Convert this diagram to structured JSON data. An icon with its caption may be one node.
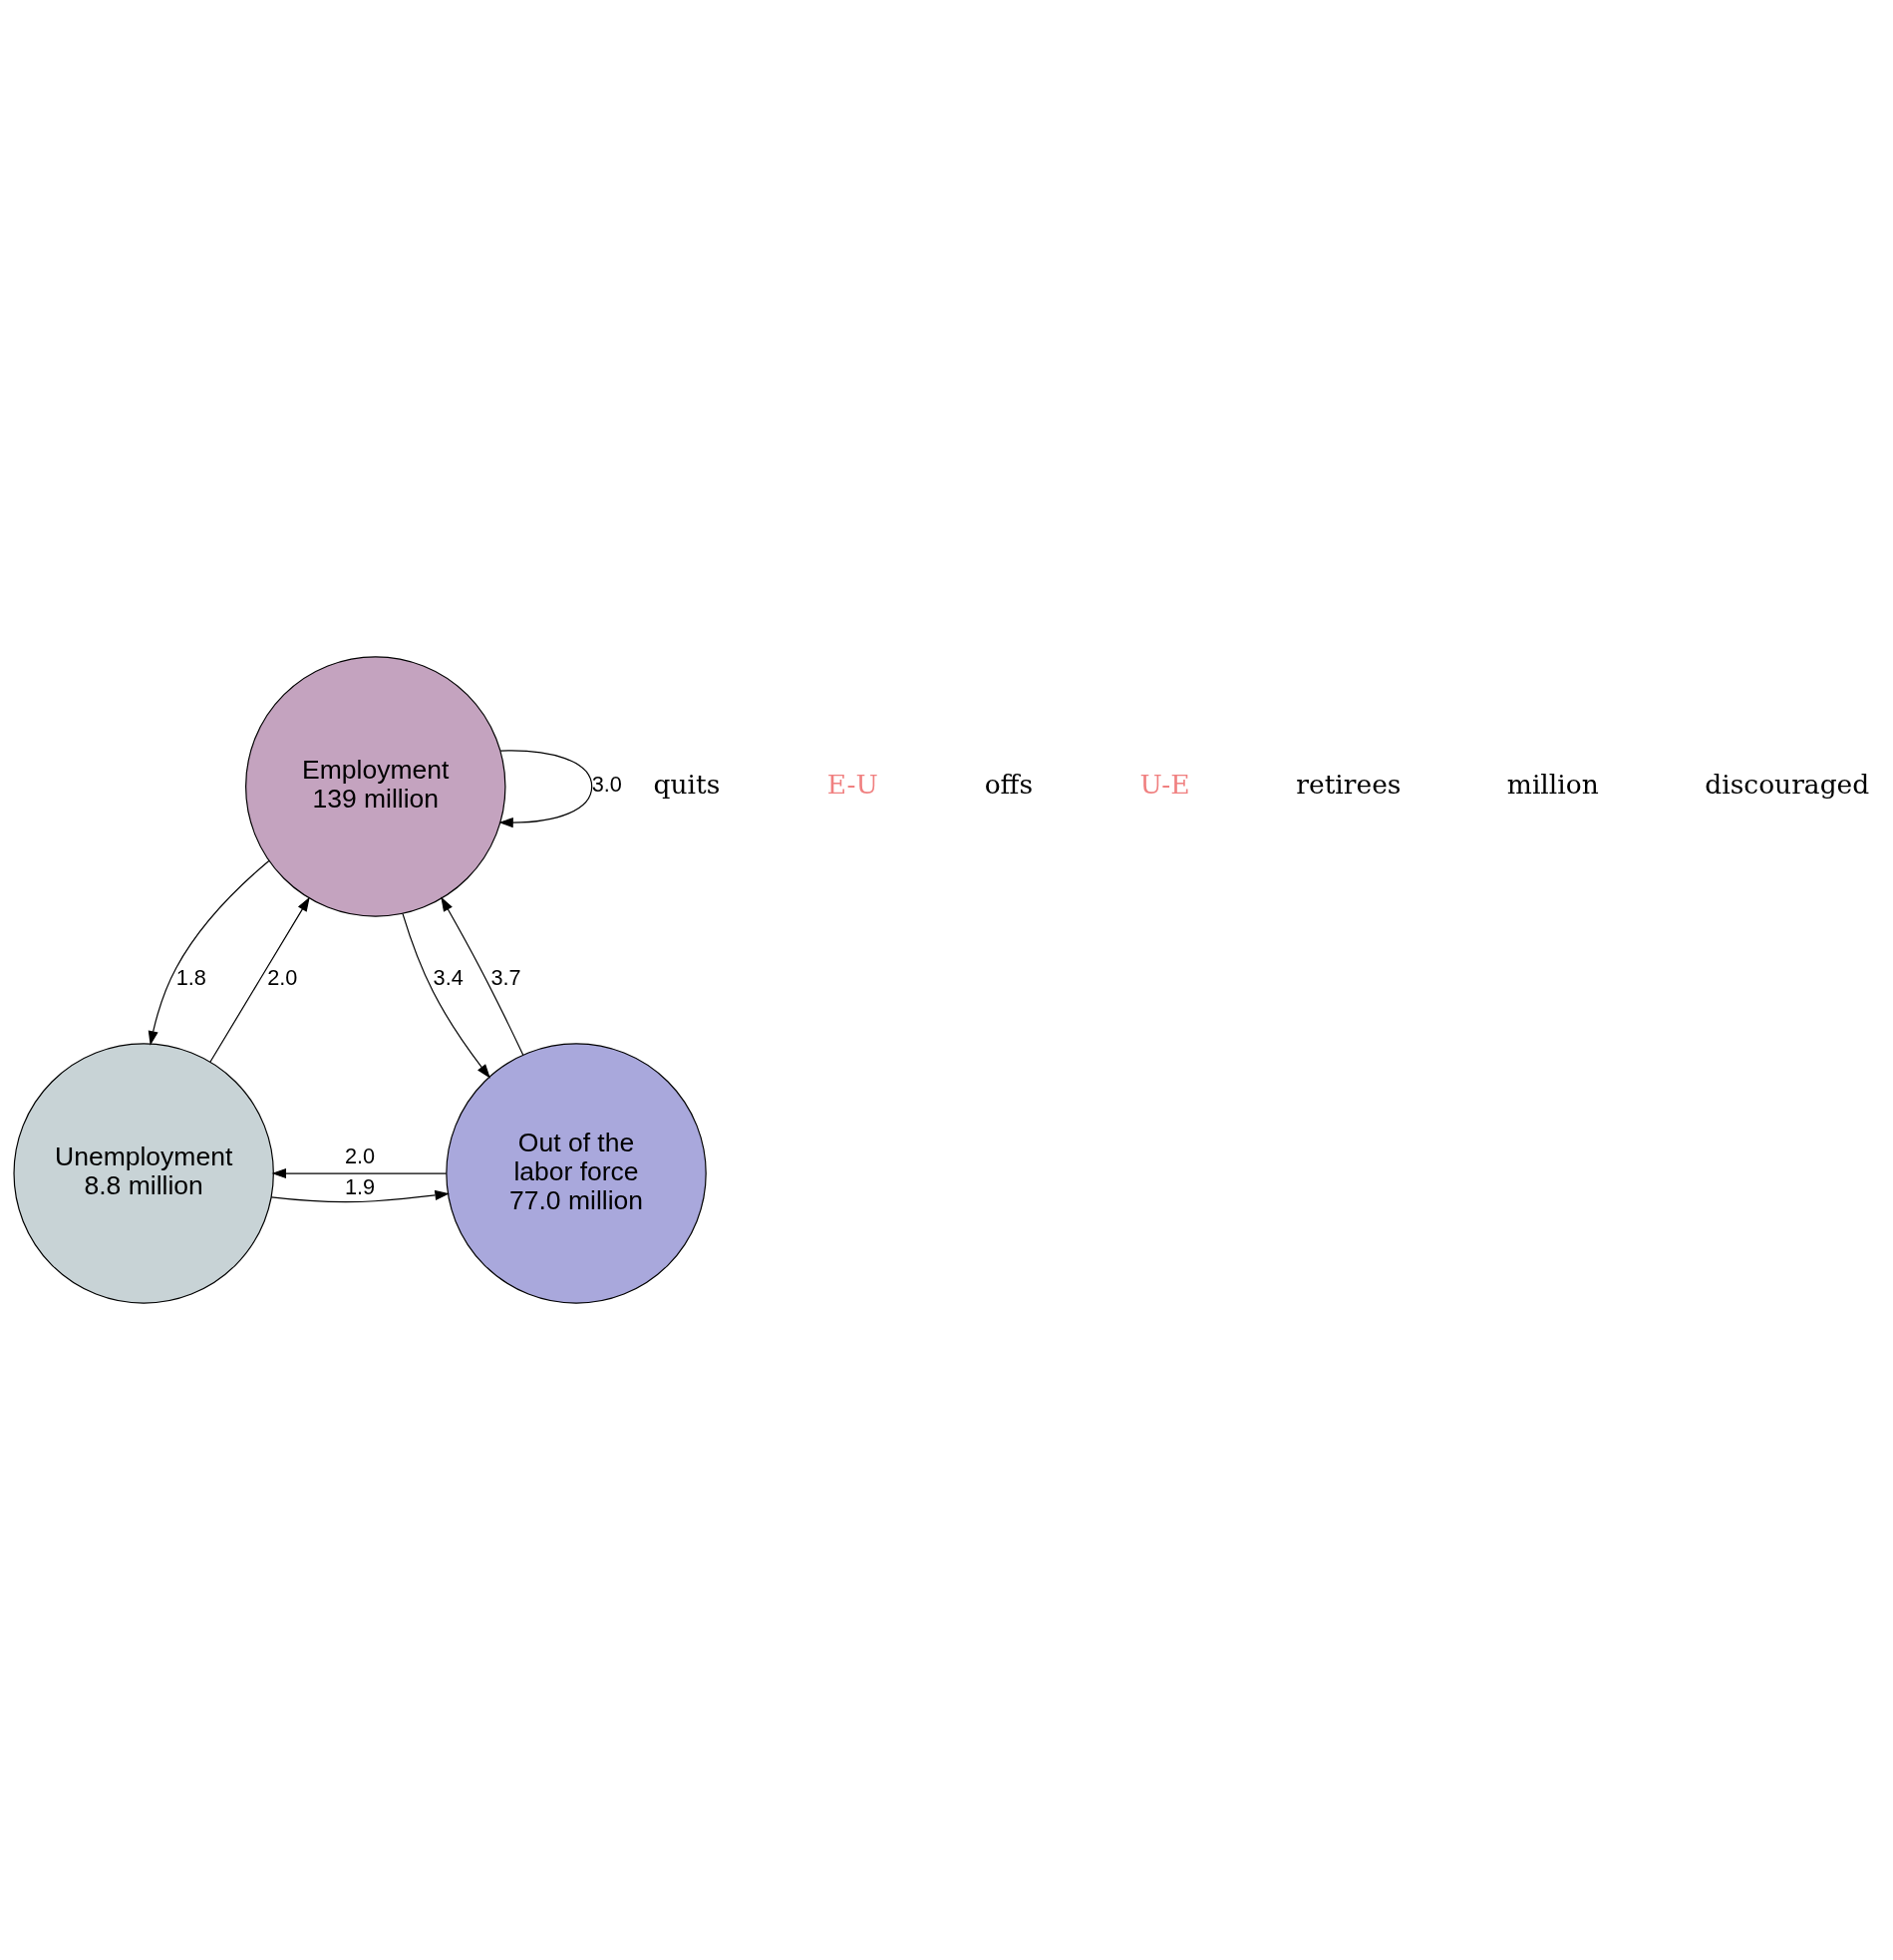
{
  "diagram": {
    "nodes": [
      {
        "text": [
          "Employment 139 million"
        ]
      },
      {
        "text": [
          "Unemployment 8.8 million"
        ]
      },
      {
        "text": [
          "Out of the labor force 77.0 million"
        ]
      }
    ],
    "edges": [
      {
        "from": 0,
        "to": 0,
        "arrow": "to",
        "label": "3.0"
      },
      {
        "from": 0,
        "to": 1,
        "arrow": "to",
        "label": "1.8"
      },
      {
        "from": 1,
        "to": 0,
        "arrow": "to",
        "label": "2.0"
      },
      {
        "from": 0,
        "to": 2,
        "arrow": "to",
        "label": "3.4"
      },
      {
        "from": 2,
        "to": 0,
        "arrow": "to",
        "label": "3.7"
      },
      {
        "from": 2,
        "to": 1,
        "arrow": "to",
        "label": "2.0"
      },
      {
        "from": 1,
        "to": 2,
        "arrow": "to",
        "label": "1.9"
      }
    ],
    "labels": [
      "quits",
      "E-U",
      "offs",
      "U-E",
      "retirees",
      "million",
      "discouraged"
    ]
  }
}
